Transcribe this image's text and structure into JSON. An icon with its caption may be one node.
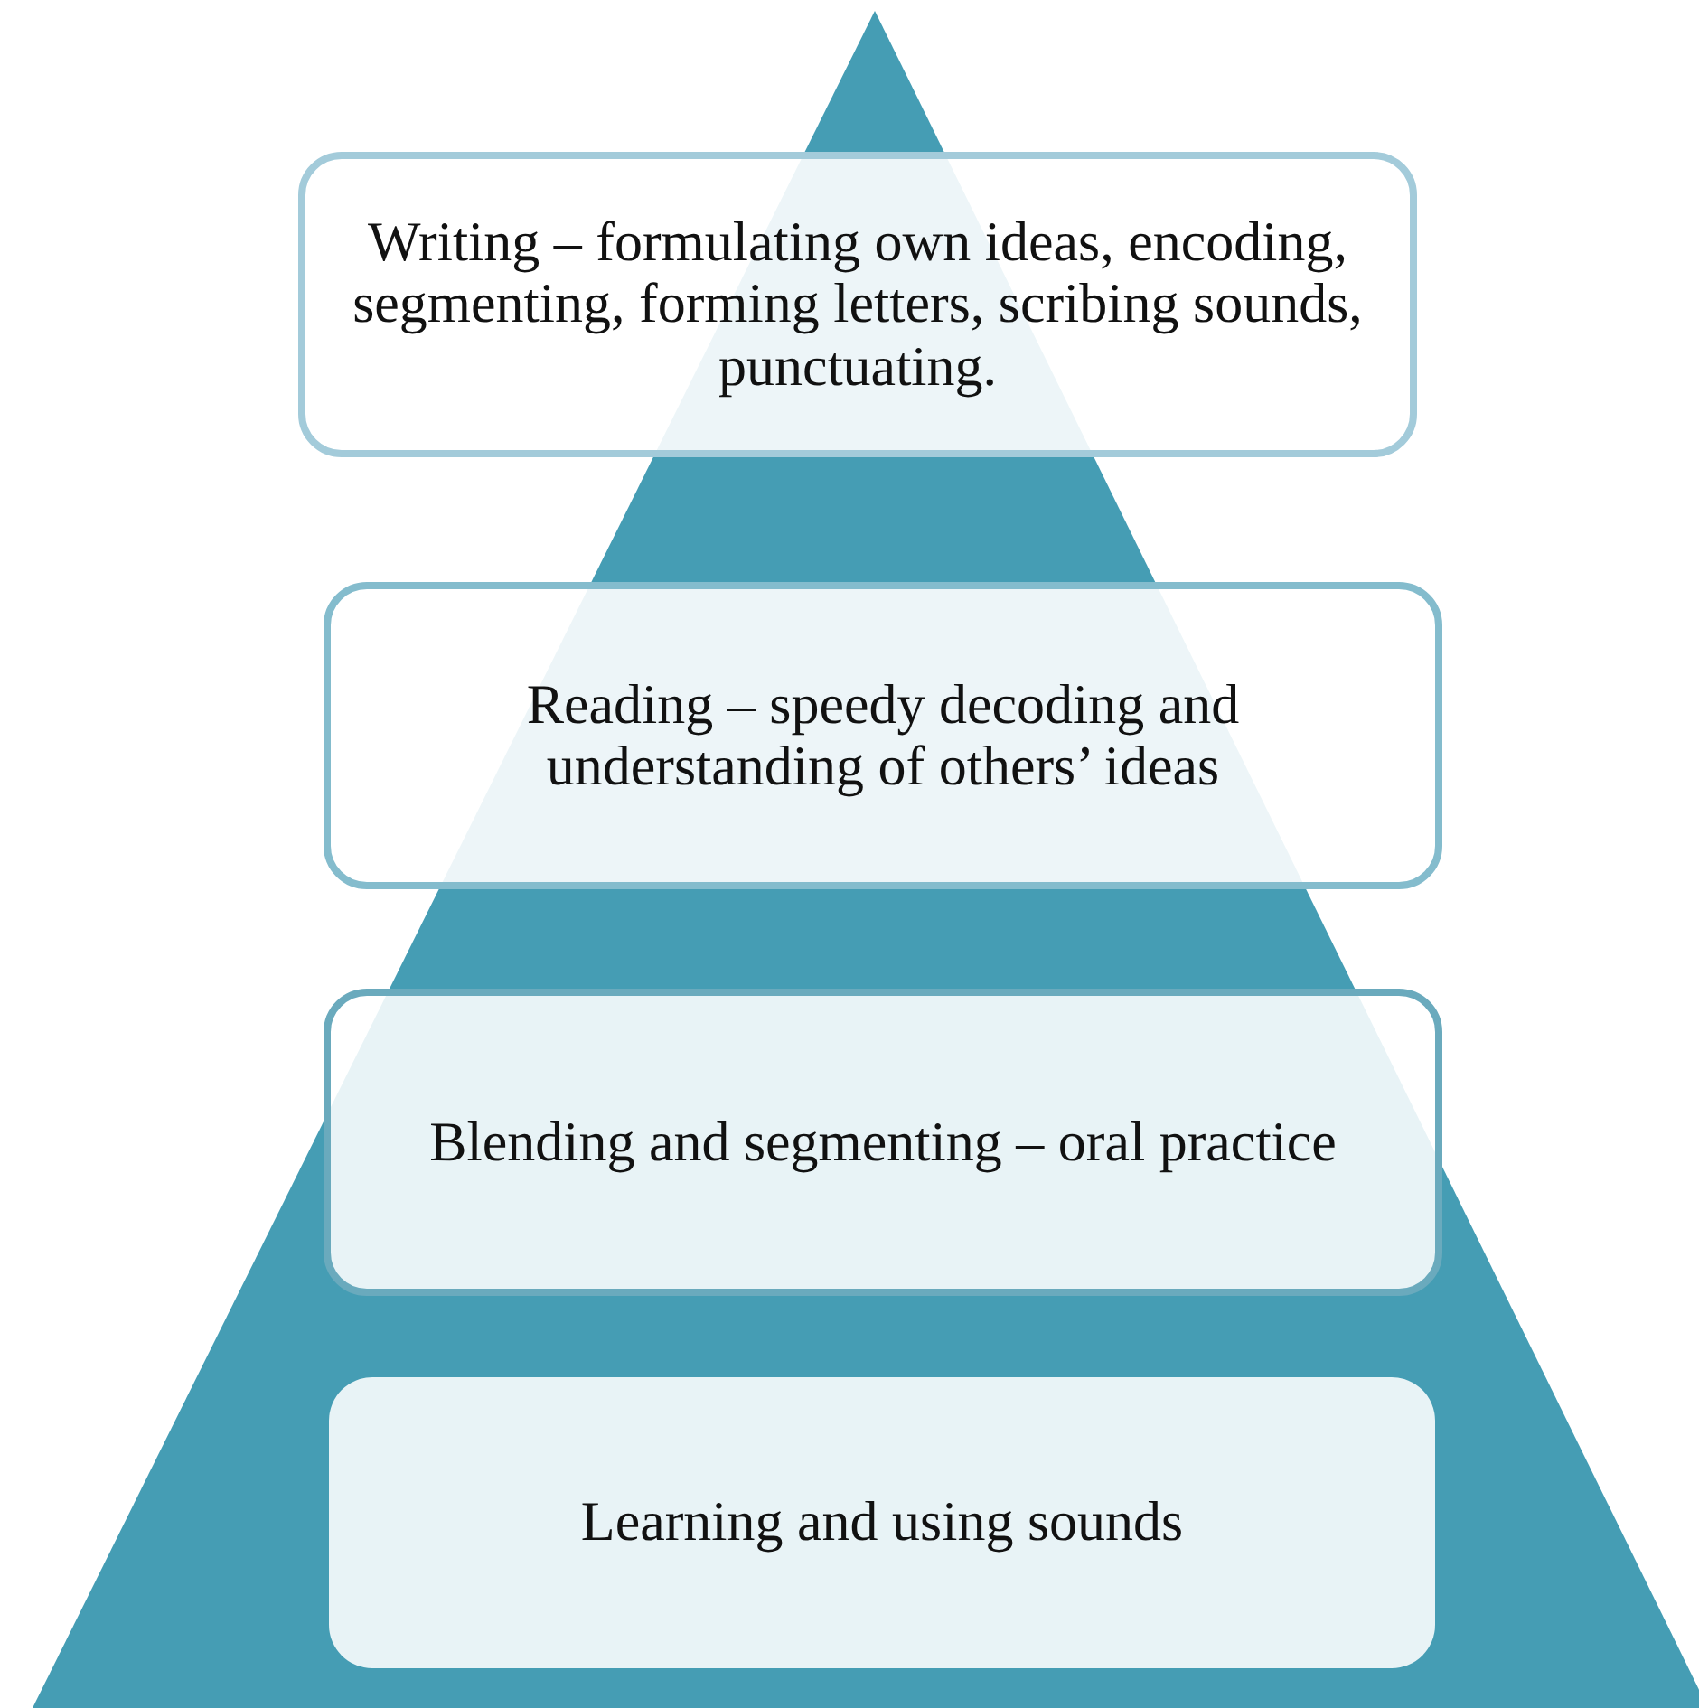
{
  "diagram": {
    "nodes": [
      {
        "text": [
          "Writing – formulating own ideas, encoding, segmenting, forming letters, scribing sounds, punctuating."
        ]
      },
      {
        "text": [
          "Reading – speedy decoding and understanding of others’ ideas"
        ]
      },
      {
        "text": [
          "Blending and segmenting – oral practice"
        ]
      },
      {
        "text": [
          "Learning and using sounds"
        ]
      }
    ]
  }
}
